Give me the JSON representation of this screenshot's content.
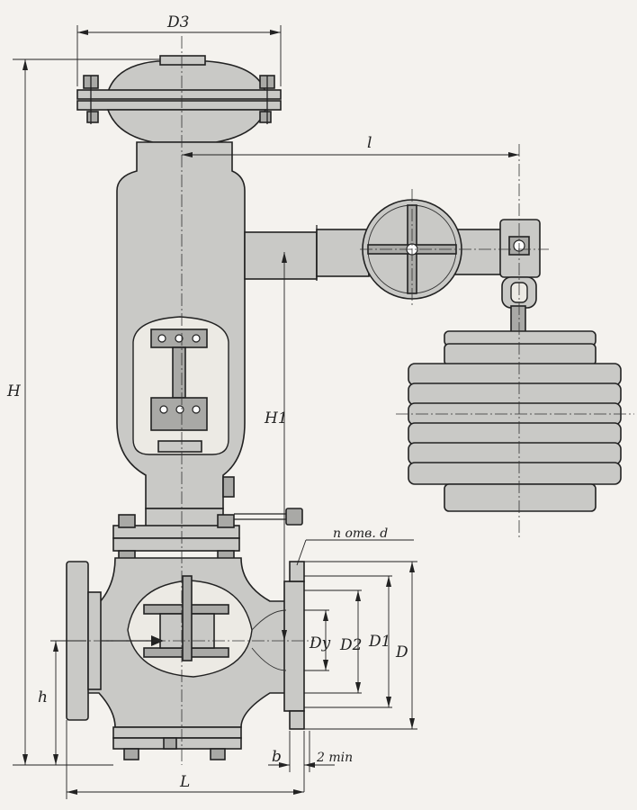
{
  "labels": {
    "d3": "D3",
    "l": "l",
    "h_total": "H",
    "h1": "H1",
    "note": "n отв. d",
    "dy": "Dy",
    "d2": "D2",
    "d1": "D1",
    "d": "D",
    "h": "h",
    "b": "b",
    "gap": "2 min",
    "length": "L"
  }
}
